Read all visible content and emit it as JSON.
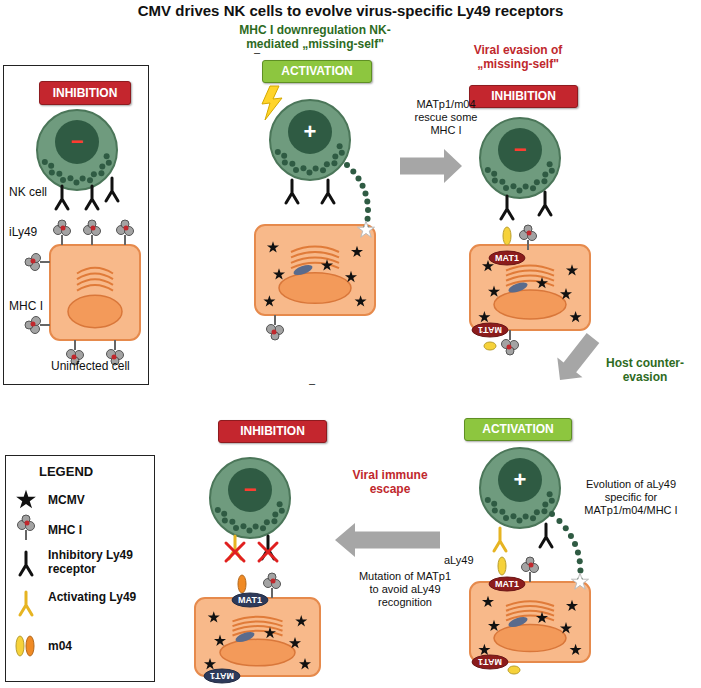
{
  "diagram": {
    "title": "CMV drives NK cells to evolve virus-specific Ly49 receptors",
    "nodes": [
      {
        "text": [
          "NK cell",
          "iLy49",
          "MHC I",
          "Uninfected cell"
        ]
      },
      {
        "text": [
          "INHIBITION"
        ],
        "in": 0
      },
      {
        "text": [
          "MHC I downregulation NK-mediated „missing-self\"",
          "ACTIVATION"
        ]
      },
      {
        "text": [
          "Viral evasion of „missing-self\"",
          "INHIBITION"
        ]
      },
      {
        "text": [
          "LEGEND"
        ]
      },
      {
        "text": [
          "INHIBITION"
        ]
      },
      {
        "text": [
          "ACTIVATION"
        ]
      }
    ],
    "labels": [
      "−",
      "–",
      "+",
      "MATp1/m04 rescue some MHC I",
      "−",
      "MAT1",
      "MAT1",
      "–",
      "Host counter-evasion",
      "−",
      "MAT1",
      "MAT1",
      "Viral immune escape",
      "Mutation of MATp1 to avoid aLy49 recognition",
      "+",
      "aLy49",
      "MAT1",
      "MAT1",
      "Evolution of aLy49 specific for MATp1/m04/MHC I"
    ],
    "legend": [
      {
        "text": "MCMV"
      },
      {
        "text": "MHC I"
      },
      {
        "text": "Inhibitory Ly49 receptor"
      },
      {
        "text": "Activating Ly49"
      },
      {
        "text": "m04"
      }
    ]
  }
}
